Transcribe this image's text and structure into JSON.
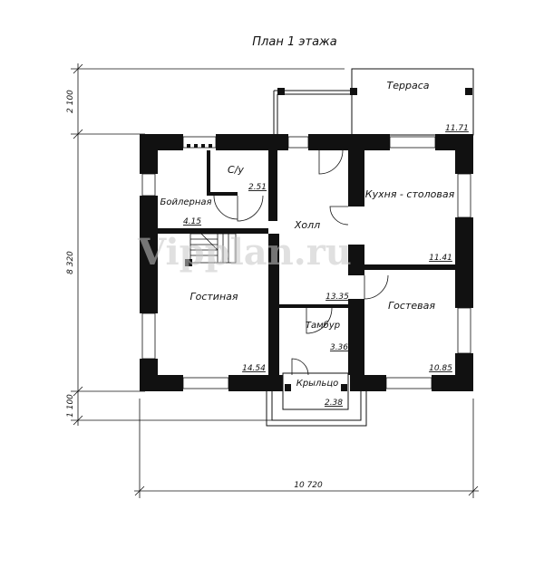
{
  "title": "План 1 этажа",
  "watermark": "Vipplan.ru",
  "rooms": [
    {
      "id": "terrace",
      "name": "Терраса",
      "area": "11.71"
    },
    {
      "id": "boiler",
      "name": "Бойлерная",
      "area": "4.15"
    },
    {
      "id": "bath",
      "name": "С/у",
      "area": "2.51"
    },
    {
      "id": "hall",
      "name": "Холл",
      "area": "13.35"
    },
    {
      "id": "kitchen",
      "name": "Кухня - столовая",
      "area": "11.41"
    },
    {
      "id": "living",
      "name": "Гостиная",
      "area": "14.54"
    },
    {
      "id": "vestibule",
      "name": "Тамбур",
      "area": "3.36"
    },
    {
      "id": "guest",
      "name": "Гостевая",
      "area": "10.85"
    },
    {
      "id": "porch",
      "name": "Крыльцо",
      "area": "2.38"
    }
  ],
  "dimensions": {
    "terrace_depth": "2 100",
    "house_depth": "8 320",
    "porch_depth": "1 100",
    "house_width": "10 720"
  }
}
